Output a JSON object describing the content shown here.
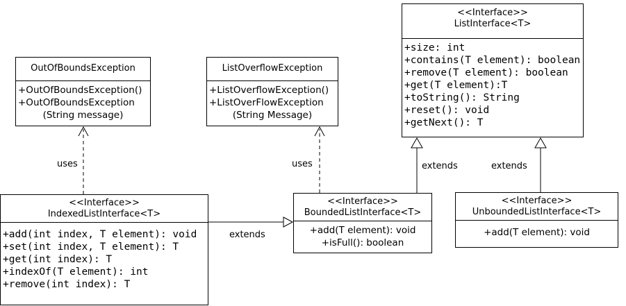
{
  "classes": {
    "out_of_bounds_exception": {
      "name": "OutOfBoundsException",
      "members": [
        "+OutOfBoundsException()",
        "+OutOfBoundsException",
        "(String message)"
      ]
    },
    "list_overflow_exception": {
      "name": "ListOverflowException",
      "members": [
        "+ListOverflowException()",
        "+ListOverFlowException",
        "(String Message)"
      ]
    },
    "list_interface": {
      "stereotype": "<<Interface>>",
      "name": "ListInterface<T>",
      "members": [
        "+size: int",
        "+contains(T element): boolean",
        "+remove(T element): boolean",
        "+get(T element):T",
        "+toString(): String",
        "+reset(): void",
        "+getNext(): T"
      ]
    },
    "indexed_list_interface": {
      "stereotype": "<<Interface>>",
      "name": "IndexedListInterface<T>",
      "members": [
        "+add(int index, T element): void",
        "+set(int index, T element): T",
        "+get(int index): T",
        "+indexOf(T element): int",
        "+remove(int index): T"
      ]
    },
    "bounded_list_interface": {
      "stereotype": "<<Interface>>",
      "name": "BoundedListInterface<T>",
      "members": [
        "+add(T element): void",
        "+isFull(): boolean"
      ]
    },
    "unbounded_list_interface": {
      "stereotype": "<<Interface>>",
      "name": "UnboundedListInterface<T>",
      "members": [
        "+add(T element): void"
      ]
    }
  },
  "relationships": {
    "indexed_uses_oob": "uses",
    "bounded_uses_overflow": "uses",
    "bounded_extends_list": "extends",
    "unbounded_extends_list": "extends",
    "indexed_extends_bounded": "extends"
  },
  "colors": {
    "line": "#000000",
    "box_bg": "#ffffff",
    "canvas_bg": "#ffffff"
  }
}
